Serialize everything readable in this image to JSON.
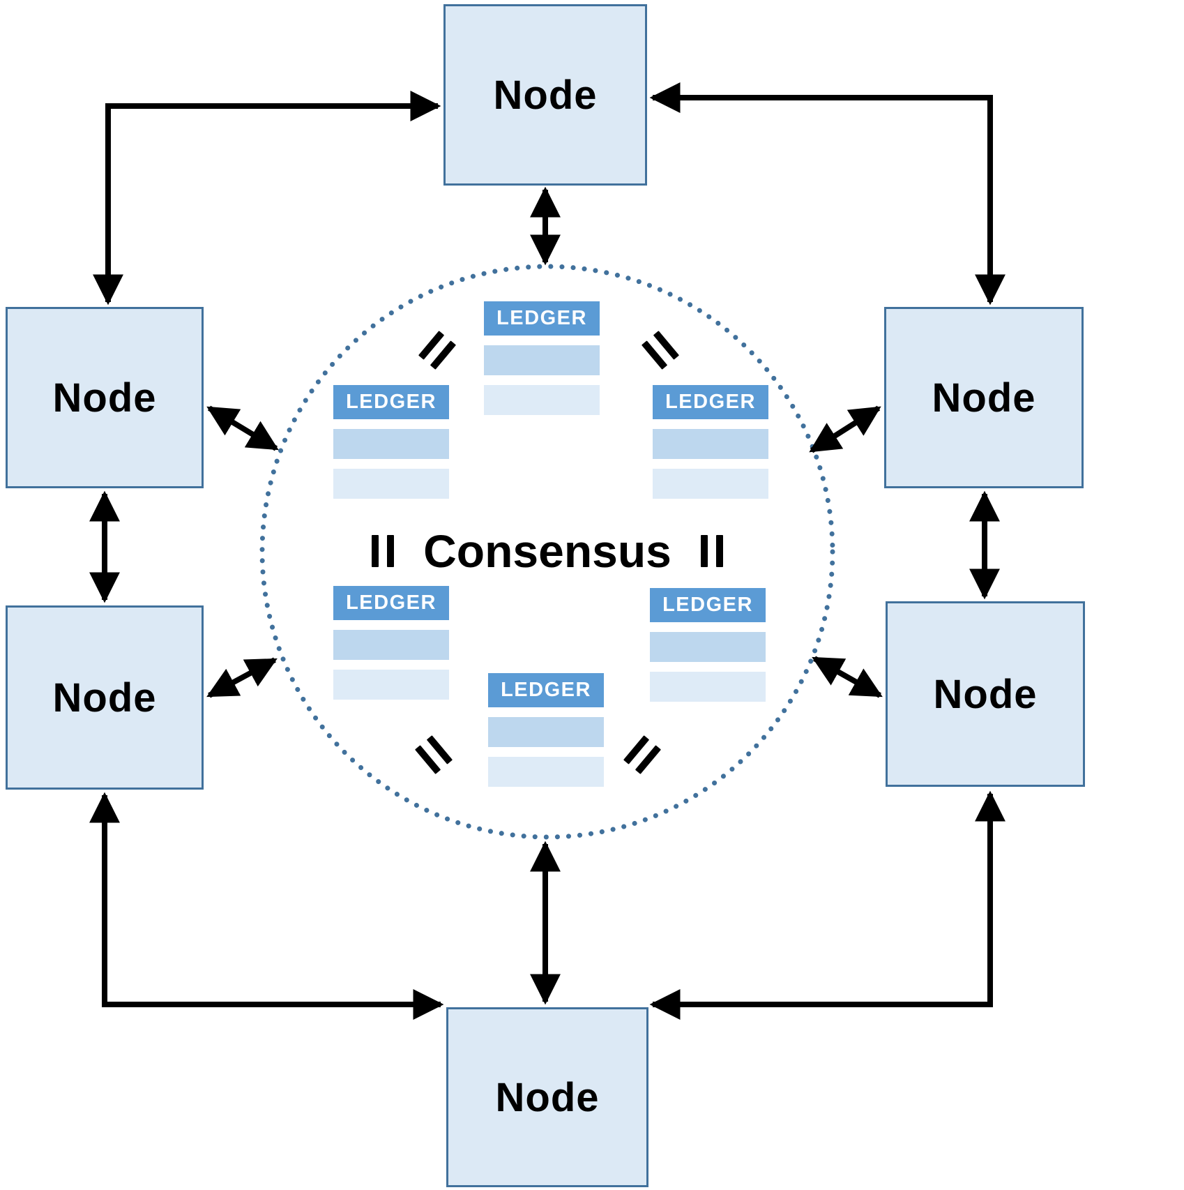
{
  "center_label": "Consensus",
  "nodes": [
    {
      "id": "node-top",
      "label": "Node"
    },
    {
      "id": "node-left-upper",
      "label": "Node"
    },
    {
      "id": "node-right-upper",
      "label": "Node"
    },
    {
      "id": "node-left-lower",
      "label": "Node"
    },
    {
      "id": "node-right-lower",
      "label": "Node"
    },
    {
      "id": "node-bottom",
      "label": "Node"
    }
  ],
  "ledgers": [
    {
      "id": "ledger-top",
      "label": "LEDGER"
    },
    {
      "id": "ledger-upper-left",
      "label": "LEDGER"
    },
    {
      "id": "ledger-upper-right",
      "label": "LEDGER"
    },
    {
      "id": "ledger-lower-left",
      "label": "LEDGER"
    },
    {
      "id": "ledger-lower-right",
      "label": "LEDGER"
    },
    {
      "id": "ledger-bottom",
      "label": "LEDGER"
    }
  ],
  "icons": {
    "equals": "=",
    "arrow": "double-headed-arrow"
  },
  "colors": {
    "node_fill": "#DCE9F5",
    "node_border": "#41719C",
    "ledger_header": "#5B9BD5",
    "ledger_row_1": "#BDD7EE",
    "ledger_row_2": "#DEEBF7",
    "circle_dots": "#41719C",
    "arrow": "#000000",
    "text": "#000000"
  }
}
